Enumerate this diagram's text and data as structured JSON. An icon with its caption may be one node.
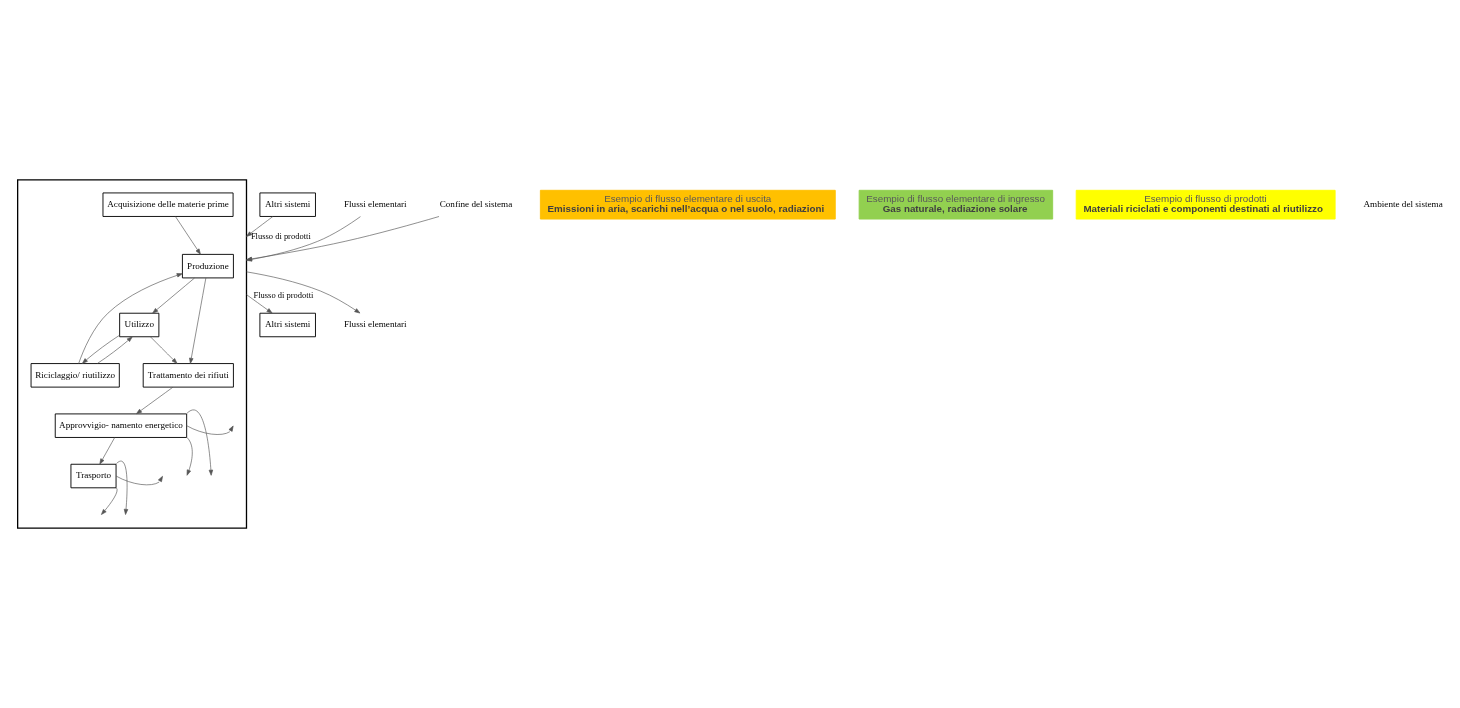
{
  "diagram": {
    "nodes": [
      {
        "text": [],
        "shape": "box"
      },
      {
        "text": [
          "Acquisizione delle materie prime"
        ],
        "in": 0
      },
      {
        "text": [
          "Trasporto"
        ],
        "in": 0
      },
      {
        "text": [
          "Produzione"
        ],
        "in": 0
      },
      {
        "text": [
          "Approvvigio- namento energetico"
        ],
        "in": 0
      },
      {
        "text": [
          "Utilizzo"
        ],
        "in": 0
      },
      {
        "text": [
          "Riciclaggio/ riutilizzo"
        ],
        "in": 0
      },
      {
        "text": [
          "Trattamento dei rifiuti"
        ],
        "in": 0
      },
      {
        "text": [
          "Altri sistemi"
        ]
      },
      {
        "text": [
          "Altri sistemi"
        ]
      },
      {
        "text": [
          "Flussi elementari"
        ]
      },
      {
        "text": [
          "Flussi elementari"
        ]
      },
      {
        "text": [
          "Confine del sistema"
        ]
      },
      {
        "text": [
          "Esempio di flusso elementare di uscita",
          "Emissioni in aria, scarichi nell’acqua o nel suolo, radiazioni"
        ]
      },
      {
        "text": [
          "Esempio di flusso elementare di ingresso",
          "Gas naturale, radiazione solare"
        ]
      },
      {
        "text": [
          "Esempio di flusso di prodotti",
          "Materiali riciclati e componenti destinati al riutilizzo"
        ]
      }
    ],
    "edges": [
      {
        "from": 8,
        "to": 0,
        "arrow": "to",
        "label": "Flusso di prodotti"
      },
      {
        "from": 10,
        "to": 0,
        "arrow": "to"
      },
      {
        "from": 0,
        "to": 11,
        "arrow": "to"
      },
      {
        "from": 0,
        "to": 9,
        "arrow": "to",
        "label": "Flusso di prodotti"
      },
      {
        "from": 12,
        "to": 0,
        "arrow": "to"
      },
      {
        "from": 1,
        "to": 3,
        "arrow": "to"
      },
      {
        "from": 3,
        "to": 5,
        "arrow": "to"
      },
      {
        "from": 5,
        "to": 6,
        "arrow": "to"
      },
      {
        "from": 5,
        "to": 7,
        "arrow": "to"
      },
      {
        "from": 6,
        "to": 3,
        "arrow": "to"
      },
      {
        "from": 6,
        "to": 5,
        "arrow": "to"
      },
      {
        "from": 3,
        "to": 7,
        "arrow": "to"
      },
      {
        "from": 7,
        "to": 4,
        "arrow": "to"
      },
      {
        "from": 4,
        "to": 2,
        "arrow": "to"
      },
      {
        "from": 2,
        "to": null,
        "arrow": "to"
      },
      {
        "from": 2,
        "to": null,
        "arrow": "to"
      },
      {
        "from": 2,
        "to": null,
        "arrow": "to"
      },
      {
        "from": 4,
        "to": null,
        "arrow": "to"
      },
      {
        "from": 4,
        "to": null,
        "arrow": "to"
      },
      {
        "from": 4,
        "to": null,
        "arrow": "to"
      }
    ],
    "labels": [
      "Ambiente del sistema"
    ]
  }
}
